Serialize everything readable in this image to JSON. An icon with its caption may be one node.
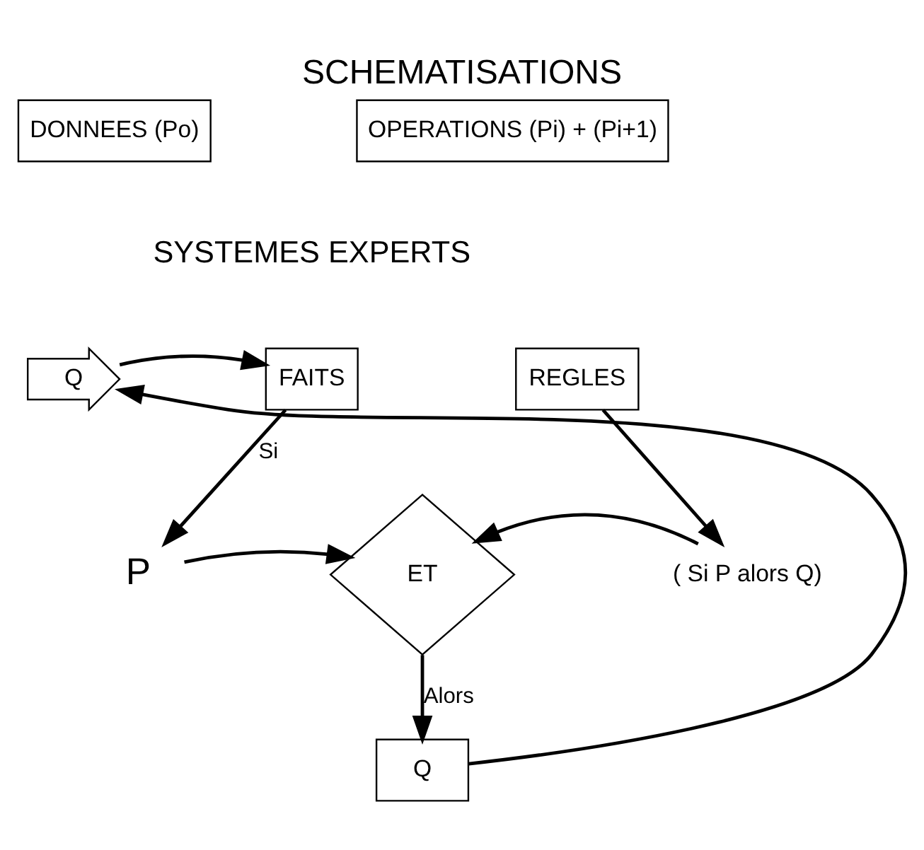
{
  "diagram": {
    "title": "SCHEMATISATIONS",
    "nodes": [
      {
        "text": [
          "DONNEES (Po)"
        ]
      },
      {
        "text": [
          "OPERATIONS (Pi) + (Pi+1)"
        ]
      },
      {
        "text": [
          "Q"
        ]
      },
      {
        "text": [
          "FAITS"
        ]
      },
      {
        "text": [
          "REGLES"
        ]
      },
      {
        "text": [
          "P"
        ]
      },
      {
        "text": [
          "ET"
        ]
      },
      {
        "text": [
          "( Si P alors Q)"
        ]
      },
      {
        "text": [
          "Q"
        ]
      }
    ],
    "edges": [
      {
        "from": 2,
        "to": 3,
        "arrow": "to"
      },
      {
        "from": 3,
        "to": 5,
        "arrow": "to",
        "label": "Si"
      },
      {
        "from": 4,
        "to": 7,
        "arrow": "to"
      },
      {
        "from": 5,
        "to": 6,
        "arrow": "to"
      },
      {
        "from": 7,
        "to": 6,
        "arrow": "to"
      },
      {
        "from": 6,
        "to": 8,
        "arrow": "to",
        "label": "Alors"
      },
      {
        "from": 8,
        "to": 2,
        "arrow": "to"
      }
    ],
    "labels": [
      "SYSTEMES EXPERTS"
    ]
  }
}
